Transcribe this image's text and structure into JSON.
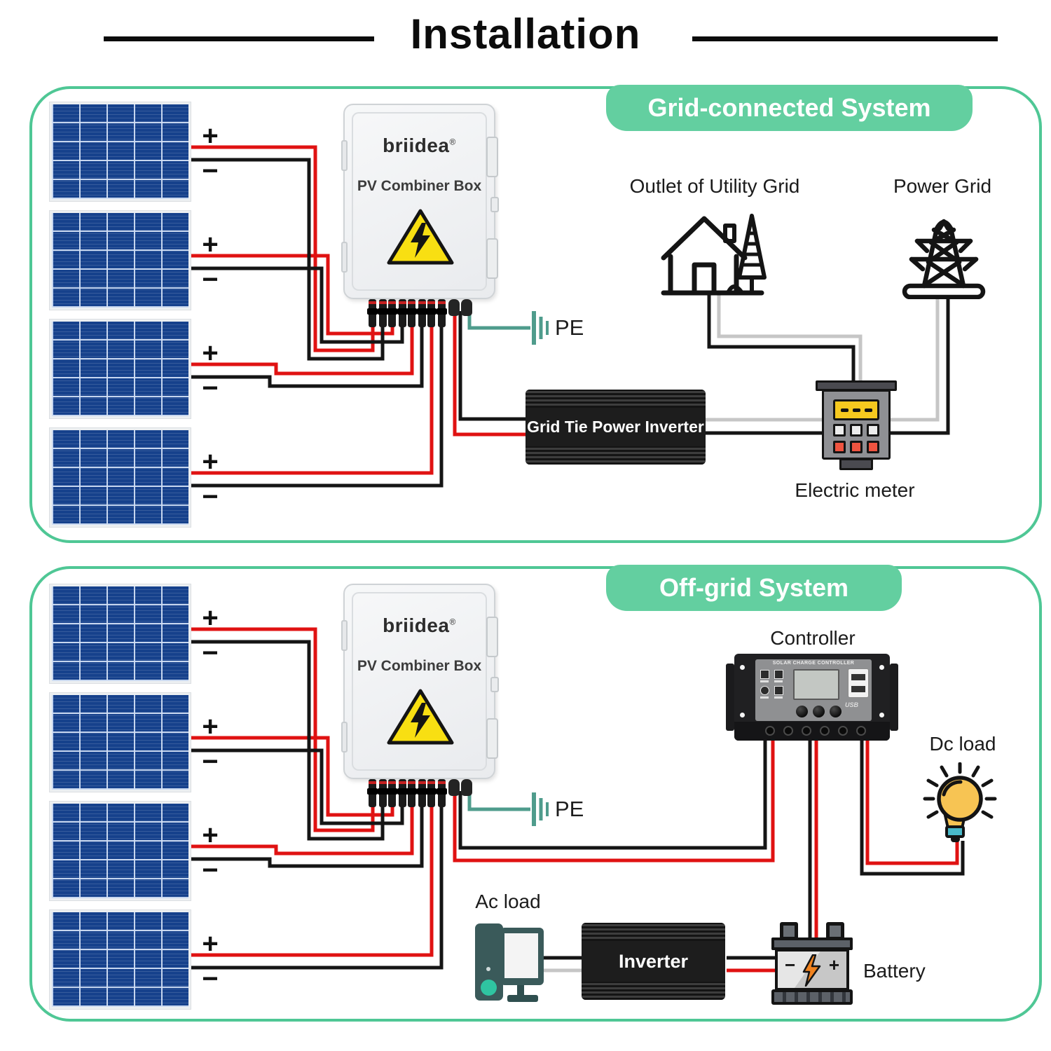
{
  "title": "Installation",
  "shared": {
    "plus": "+",
    "minus": "−",
    "pe_label": "PE",
    "combiner_box": {
      "brand": "briidea",
      "registered_mark": "®",
      "label": "PV Combiner Box"
    }
  },
  "grid_system": {
    "badge": "Grid-connected System",
    "outlet_label": "Outlet of Utility Grid",
    "power_grid_label": "Power Grid",
    "inverter_label": "Grid Tie Power Inverter",
    "meter_label": "Electric meter"
  },
  "offgrid_system": {
    "badge": "Off-grid System",
    "controller_label": "Controller",
    "controller_panel_title": "SOLAR CHARGE CONTROLLER",
    "controller_usb_label": "USB",
    "dc_load_label": "Dc load",
    "ac_load_label": "Ac load",
    "inverter_label": "Inverter",
    "battery_label": "Battery"
  },
  "colors": {
    "accent_green": "#63cfa0",
    "border_green": "#4fc795",
    "wire_red": "#e01212",
    "wire_black": "#151515",
    "wire_gray": "#c6c6c6",
    "wire_pe_teal": "#4f9c8c",
    "panel_blue": "#16418c",
    "warning_yellow": "#f8df12"
  }
}
